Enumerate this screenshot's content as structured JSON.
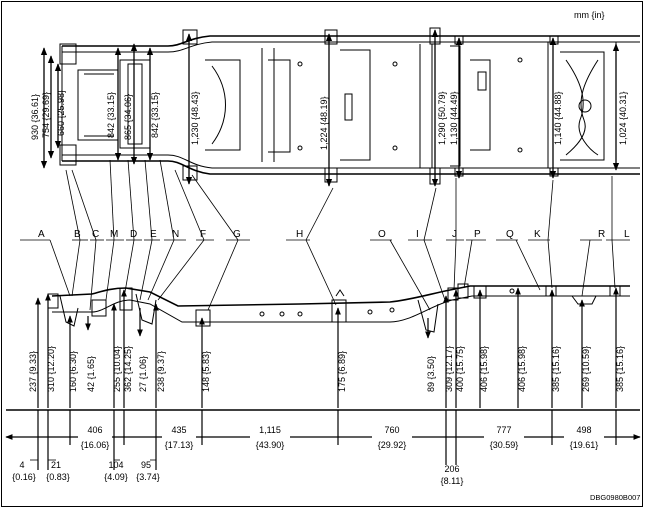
{
  "units_label": "mm {in}",
  "figure_code": "DBG0980B007",
  "top_widths": [
    {
      "id": "w930",
      "text": "930 {36.61}"
    },
    {
      "id": "w754",
      "text": "754 {29.69}"
    },
    {
      "id": "w660",
      "text": "660 {25.98}"
    },
    {
      "id": "w842a",
      "text": "842 {33.15}"
    },
    {
      "id": "w865",
      "text": "865 {34.06}"
    },
    {
      "id": "w842b",
      "text": "842 {33.15}"
    },
    {
      "id": "w1230",
      "text": "1,230 {48.43}"
    },
    {
      "id": "w1224",
      "text": "1,224 {48.19}"
    },
    {
      "id": "w1290",
      "text": "1,290 {50.79}"
    },
    {
      "id": "w1130",
      "text": "1,130 {44.49}"
    },
    {
      "id": "w1140",
      "text": "1,140 {44.88}"
    },
    {
      "id": "w1024",
      "text": "1,024 {40.31}"
    }
  ],
  "point_labels": [
    "A",
    "B",
    "C",
    "M",
    "D",
    "E",
    "N",
    "F",
    "G",
    "H",
    "O",
    "I",
    "J",
    "P",
    "Q",
    "K",
    "R",
    "L"
  ],
  "heights": [
    {
      "id": "h237",
      "text": "237 {9.33}"
    },
    {
      "id": "h310",
      "text": "310 {12.20}"
    },
    {
      "id": "h160",
      "text": "160 {6.30}"
    },
    {
      "id": "h42",
      "text": "42 {1.65}"
    },
    {
      "id": "h255",
      "text": "255 {10.04}"
    },
    {
      "id": "h362",
      "text": "362 {14.25}"
    },
    {
      "id": "h27",
      "text": "27 {1.06}"
    },
    {
      "id": "h238",
      "text": "238 {9.37}"
    },
    {
      "id": "h148",
      "text": "148 {5.83}"
    },
    {
      "id": "h175",
      "text": "175 {6.89}"
    },
    {
      "id": "h89",
      "text": "89 {3.50}"
    },
    {
      "id": "h309",
      "text": "309 {12.17}"
    },
    {
      "id": "h400",
      "text": "400 {15.75}"
    },
    {
      "id": "h406a",
      "text": "406 {15.98}"
    },
    {
      "id": "h406b",
      "text": "406 {15.98}"
    },
    {
      "id": "h385a",
      "text": "385 {15.16}"
    },
    {
      "id": "h269",
      "text": "269 {10.59}"
    },
    {
      "id": "h385b",
      "text": "385 {15.16}"
    }
  ],
  "lengths": [
    {
      "id": "l406",
      "top": "406",
      "bottom": "{16.06}"
    },
    {
      "id": "l435",
      "top": "435",
      "bottom": "{17.13}"
    },
    {
      "id": "l1115",
      "top": "1,115",
      "bottom": "{43.90}"
    },
    {
      "id": "l760",
      "top": "760",
      "bottom": "{29.92}"
    },
    {
      "id": "l777",
      "top": "777",
      "bottom": "{30.59}"
    },
    {
      "id": "l498",
      "top": "498",
      "bottom": "{19.61}"
    },
    {
      "id": "l4",
      "top": "4",
      "bottom": "{0.16}"
    },
    {
      "id": "l21",
      "top": "21",
      "bottom": "{0.83}"
    },
    {
      "id": "l104",
      "top": "104",
      "bottom": "{4.09}"
    },
    {
      "id": "l95",
      "top": "95",
      "bottom": "{3.74}"
    },
    {
      "id": "l206",
      "top": "206",
      "bottom": "{8.11}"
    }
  ]
}
